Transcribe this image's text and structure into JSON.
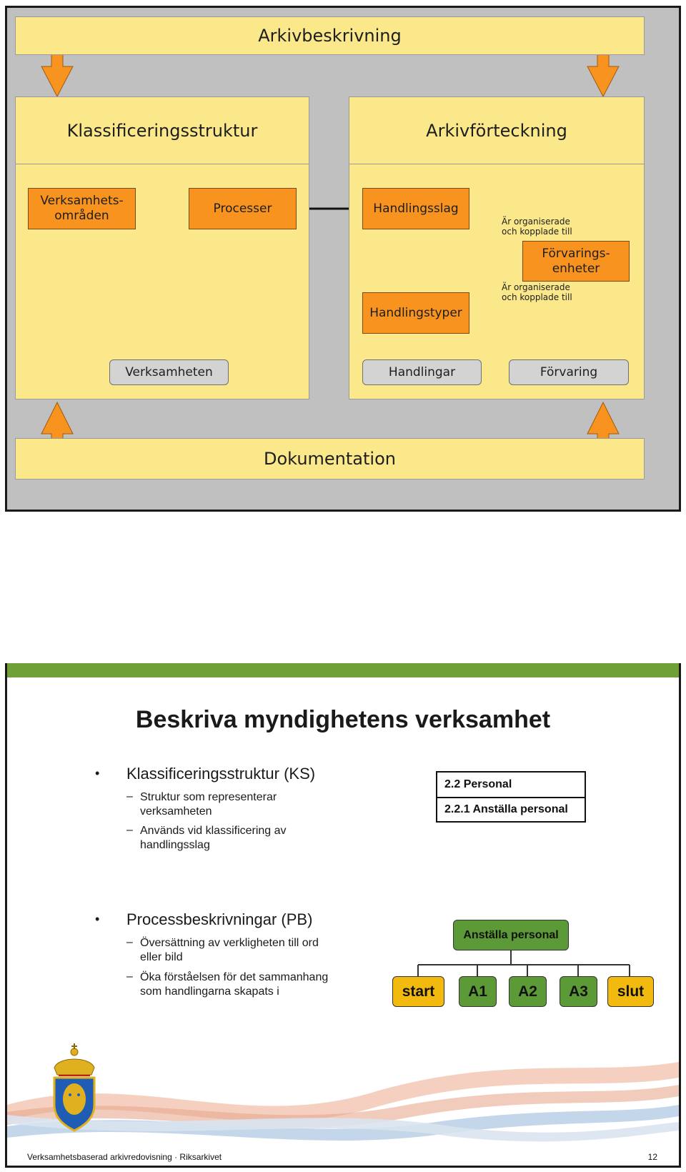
{
  "diagram": {
    "top_bar": "Arkivbeskrivning",
    "bottom_bar": "Dokumentation",
    "left_panel_title": "Klassificeringsstruktur",
    "right_panel_title": "Arkivförteckning",
    "boxes": {
      "verksamhetsomraden_line1": "Verksamhets-",
      "verksamhetsomraden_line2": "områden",
      "processer": "Processer",
      "handlingsslag": "Handlingsslag",
      "handlingstyper": "Handlingstyper",
      "forvaringsenheter_line1": "Förvarings-",
      "forvaringsenheter_line2": "enheter"
    },
    "notes": {
      "note1_line1": "Är organiserade",
      "note1_line2": "och kopplade till",
      "note2_line1": "Är organiserade",
      "note2_line2": "och kopplade till"
    },
    "footers": {
      "verksamheten": "Verksamheten",
      "handlingar": "Handlingar",
      "forvaring": "Förvaring"
    },
    "colors": {
      "panel": "#fbe88a",
      "box": "#f7931e",
      "background": "#c0c0c0",
      "arrow": "#f7931e"
    }
  },
  "slide": {
    "title": "Beskriva myndighetens verksamhet",
    "bullet1": {
      "text": "Klassificeringsstruktur (KS)",
      "sub1_line1": "Struktur som representerar",
      "sub1_line2": "verksamheten",
      "sub2_line1": "Används vid klassificering av",
      "sub2_line2": "handlingsslag"
    },
    "ks_table": [
      "2.2 Personal",
      "2.2.1 Anställa personal"
    ],
    "bullet2": {
      "text": "Processbeskrivningar (PB)",
      "sub1_line1": "Översättning av verkligheten till ord",
      "sub1_line2": "eller bild",
      "sub2_line1": "Öka förståelsen för det sammanhang",
      "sub2_line2": "som handlingarna skapats i"
    },
    "process": {
      "root": "Anställa personal",
      "steps": [
        "start",
        "A1",
        "A2",
        "A3",
        "slut"
      ]
    },
    "footer_text": "Verksamhetsbaserad arkivredovisning · Riksarkivet",
    "page_number": "12",
    "colors": {
      "top_bar": "#6fa037",
      "green_node": "#5c9a37",
      "yellow_node": "#f2b90f"
    }
  }
}
